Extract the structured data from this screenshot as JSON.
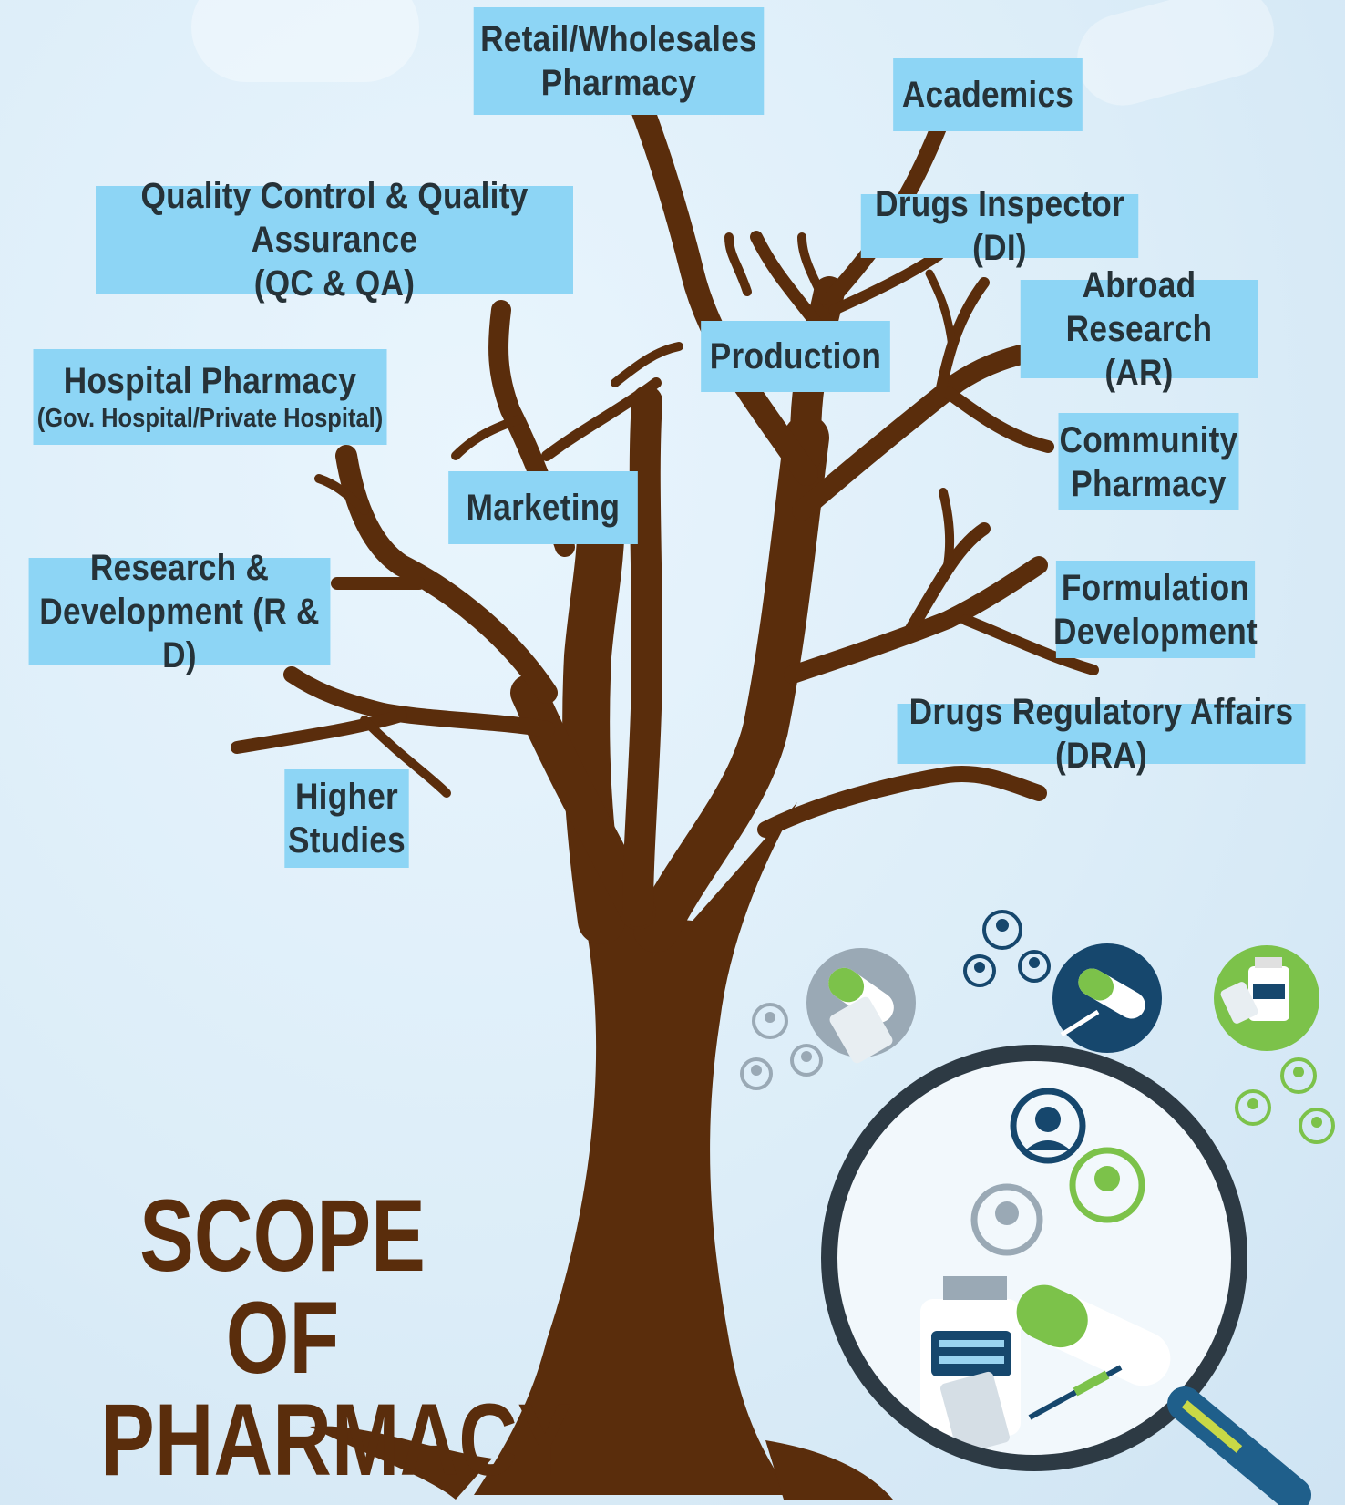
{
  "colors": {
    "trunk": "#5a2d0c",
    "label_bg": "#8dd5f5",
    "label_text": "#263238",
    "accent_green": "#7cc24a",
    "accent_navy": "#16476d",
    "accent_gray": "#9aa9b5"
  },
  "title": {
    "line1": "SCOPE OF",
    "line2": "PHARMACY"
  },
  "branches": {
    "retail": {
      "line1": "Retail/Wholesales",
      "line2": "Pharmacy"
    },
    "academics": {
      "line1": "Academics"
    },
    "qcqa": {
      "line1": "Quality Control & Quality Assurance",
      "line2": "(QC & QA)"
    },
    "di": {
      "line1": "Drugs Inspector (DI)"
    },
    "ar": {
      "line1": "Abroad Research",
      "line2": "(AR)"
    },
    "production": {
      "line1": "Production"
    },
    "hospital": {
      "line1": "Hospital Pharmacy",
      "line2": "(Gov. Hospital/Private Hospital)"
    },
    "community": {
      "line1": "Community",
      "line2": "Pharmacy"
    },
    "marketing": {
      "line1": "Marketing"
    },
    "rnd": {
      "line1": "Research &",
      "line2": "Development (R & D)"
    },
    "formulation": {
      "line1": "Formulation",
      "line2": "Development"
    },
    "dra": {
      "line1": "Drugs Regulatory Affairs (DRA)"
    },
    "higher": {
      "line1": "Higher",
      "line2": "Studies"
    }
  },
  "icons": [
    "pill-icon",
    "blister-pack-icon",
    "syringe-icon",
    "medicine-bottle-icon",
    "person-icon",
    "magnifying-glass-icon"
  ]
}
